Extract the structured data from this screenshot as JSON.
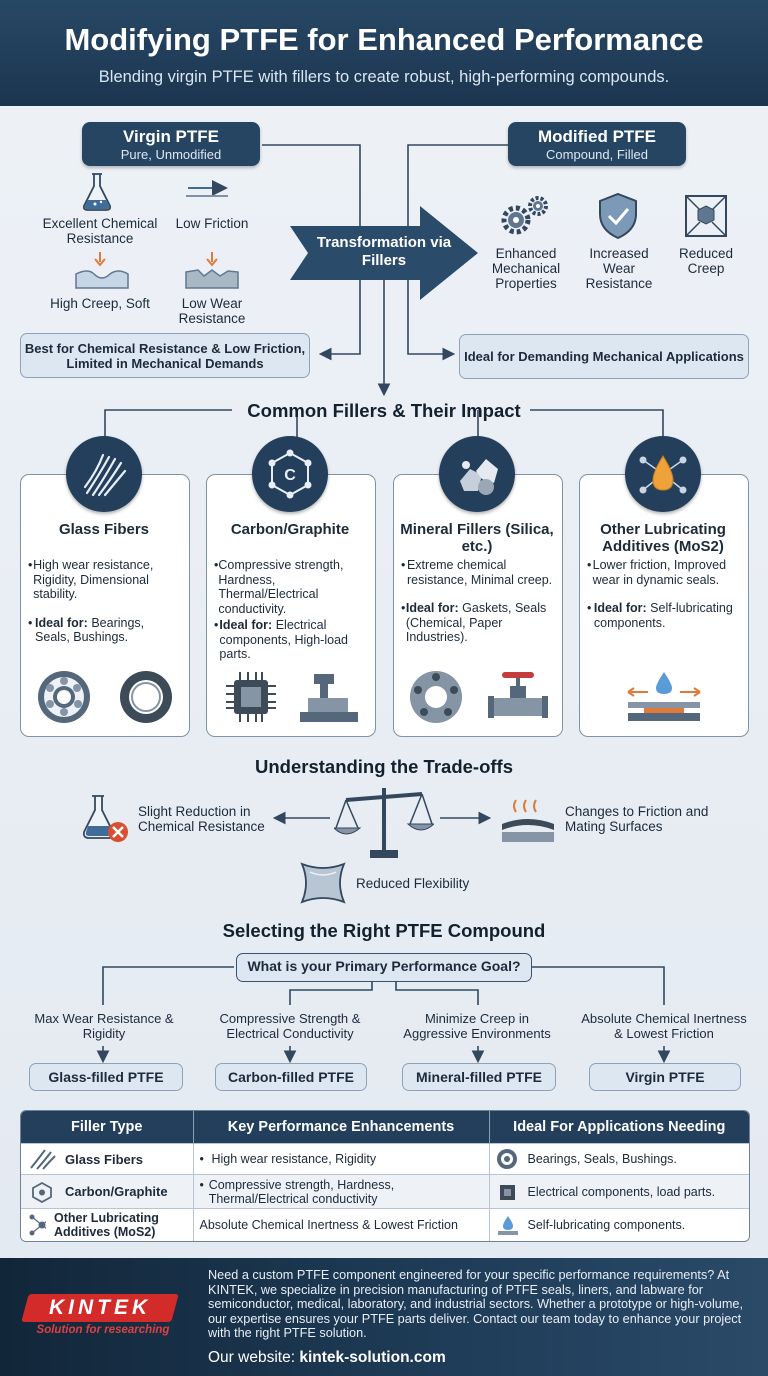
{
  "header": {
    "title": "Modifying PTFE for Enhanced Performance",
    "subtitle": "Blending virgin PTFE with fillers to create robust, high-performing compounds."
  },
  "virgin": {
    "title": "Virgin PTFE",
    "subtitle": "Pure, Unmodified",
    "props": [
      "Excellent Chemical Resistance",
      "Low Friction",
      "High Creep, Soft",
      "Low Wear Resistance"
    ],
    "summary": "Best for Chemical Resistance & Low Friction, Limited in Mechanical Demands"
  },
  "transformation": "Transformation via Fillers",
  "modified": {
    "title": "Modified PTFE",
    "subtitle": "Compound, Filled",
    "props": [
      "Enhanced Mechanical Properties",
      "Increased Wear Resistance",
      "Reduced Creep"
    ],
    "summary": "Ideal for Demanding Mechanical Applications"
  },
  "fillers": {
    "title": "Common Fillers & Their Impact",
    "ideal_label": "Ideal for:",
    "cards": [
      {
        "title": "Glass Fibers",
        "text": "High wear resistance, Rigidity, Dimensional stability.",
        "ideal": "Bearings, Seals, Bushings."
      },
      {
        "title": "Carbon/Graphite",
        "text": "Compressive strength, Hardness, Thermal/Electrical conductivity.",
        "ideal": "Electrical components, High-load parts."
      },
      {
        "title": "Mineral Fillers (Silica, etc.)",
        "text": "Extreme chemical resistance, Minimal creep.",
        "ideal": "Gaskets, Seals (Chemical, Paper Industries)."
      },
      {
        "title": "Other Lubricating Additives (MoS2)",
        "text": "Lower friction, Improved wear in dynamic seals.",
        "ideal": "Self-lubricating components."
      }
    ]
  },
  "tradeoffs": {
    "title": "Understanding the Trade-offs",
    "items": [
      "Slight Reduction in Chemical Resistance",
      "Changes to Friction and Mating Surfaces",
      "Reduced Flexibility"
    ]
  },
  "selection": {
    "title": "Selecting the Right PTFE Compound",
    "question": "What is your Primary Performance Goal?",
    "options": [
      {
        "goal": "Max Wear Resistance & Rigidity",
        "result": "Glass-filled PTFE"
      },
      {
        "goal": "Compressive Strength & Electrical Conductivity",
        "result": "Carbon-filled PTFE"
      },
      {
        "goal": "Minimize Creep in Aggressive Environments",
        "result": "Mineral-filled PTFE"
      },
      {
        "goal": "Absolute Chemical Inertness & Lowest Friction",
        "result": "Virgin PTFE"
      }
    ]
  },
  "table": {
    "headers": [
      "Filler Type",
      "Key Performance Enhancements",
      "Ideal For Applications Needing"
    ],
    "rows": [
      {
        "type": "Glass Fibers",
        "enh": "High wear resistance, Rigidity",
        "bullet": true,
        "app": "Bearings, Seals, Bushings."
      },
      {
        "type": "Carbon/Graphite",
        "enh": "Compressive strength, Hardness, Thermal/Electrical conductivity",
        "bullet": true,
        "app": "Electrical components, load parts."
      },
      {
        "type": "Other Lubricating Additives (MoS2)",
        "enh": "Absolute Chemical Inertness & Lowest Friction",
        "bullet": false,
        "app": "Self-lubricating components."
      }
    ]
  },
  "footer": {
    "logo": "KINTEK",
    "tagline": "Solution for researching",
    "text": "Need a custom PTFE component engineered for your specific performance requirements? At KINTEK, we specialize in precision manufacturing of PTFE seals, liners, and labware for semiconductor, medical, laboratory, and industrial sectors. Whether a prototype or high-volume, our expertise ensures your PTFE parts deliver. Contact our team today to enhance your project with the right PTFE solution.",
    "website_label": "Our website:",
    "website": "kintek-solution.com"
  },
  "colors": {
    "navy": "#233f5c",
    "accent_orange": "#e07a3a",
    "logo_red": "#d32a2a"
  }
}
